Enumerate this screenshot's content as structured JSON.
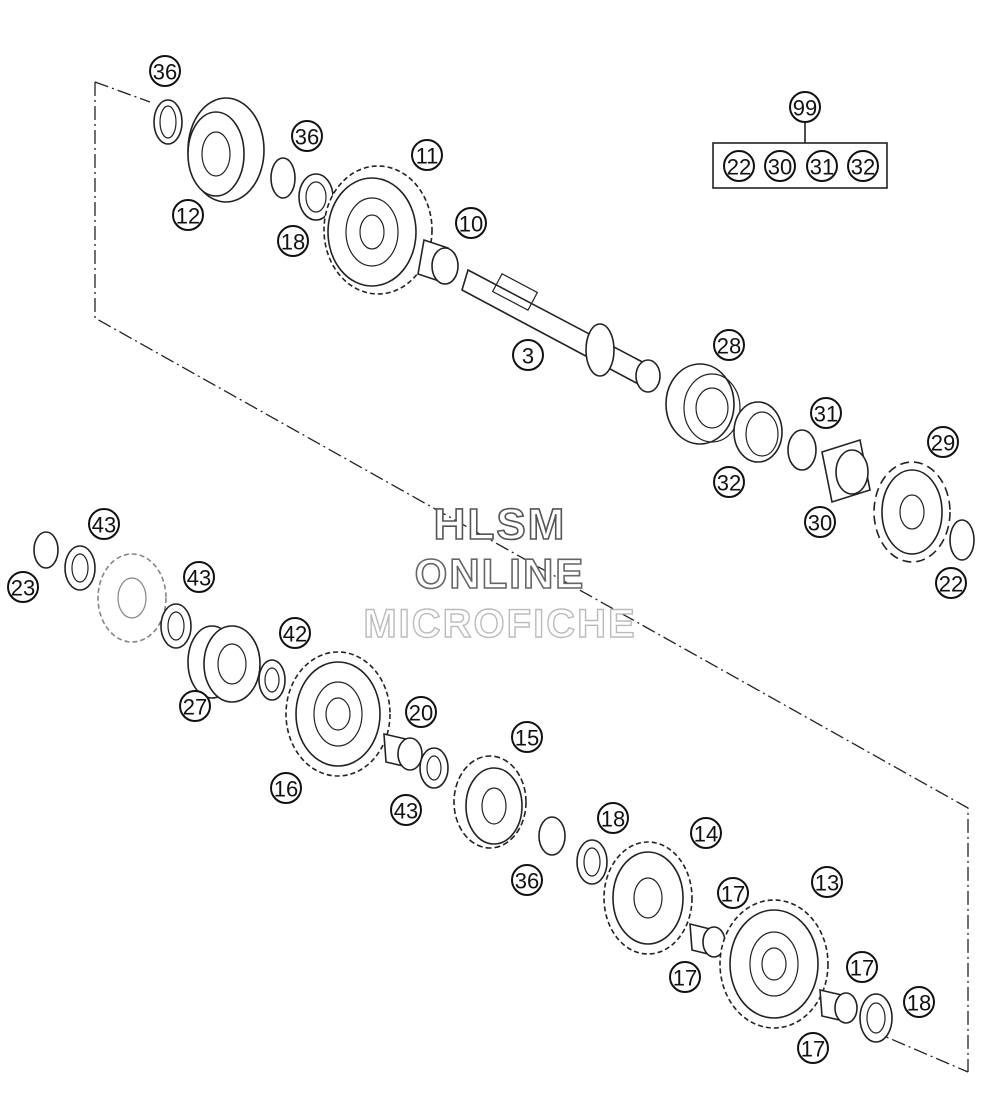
{
  "watermark": {
    "line1": "HLSM",
    "line2": "ONLINE",
    "line3": "MICROFICHE"
  },
  "kit": {
    "number": "99",
    "contents": [
      "22",
      "30",
      "31",
      "32"
    ]
  },
  "callouts": [
    "36",
    "12",
    "36",
    "18",
    "11",
    "10",
    "3",
    "28",
    "31",
    "32",
    "30",
    "29",
    "22",
    "43",
    "23",
    "43",
    "27",
    "42",
    "16",
    "20",
    "43",
    "15",
    "36",
    "18",
    "14",
    "17",
    "17",
    "13",
    "17",
    "17",
    "18"
  ]
}
